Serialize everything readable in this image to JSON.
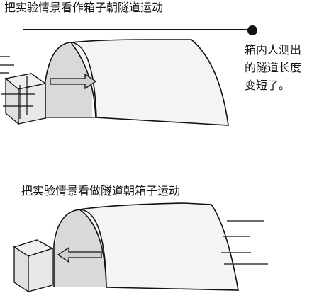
{
  "scene_top": {
    "caption": "把实验情景看作箱子朝隧道运动",
    "note_lines": [
      "箱内人测出",
      "的隧道长度",
      "变短了。"
    ]
  },
  "scene_bottom": {
    "caption": "把实验情景看做隧道朝箱子运动"
  },
  "colors": {
    "ink": "#111111",
    "tunnel_face": "#f4f4f4",
    "tunnel_opening": "#d9d9d9",
    "box_side": "#e6e6e6",
    "box_front": "#cfcfcf",
    "arrow_fill": "#d0d0d0"
  },
  "icons": [
    "tunnel",
    "box",
    "arrow-right",
    "arrow-left",
    "motion-lines",
    "length-bar"
  ]
}
